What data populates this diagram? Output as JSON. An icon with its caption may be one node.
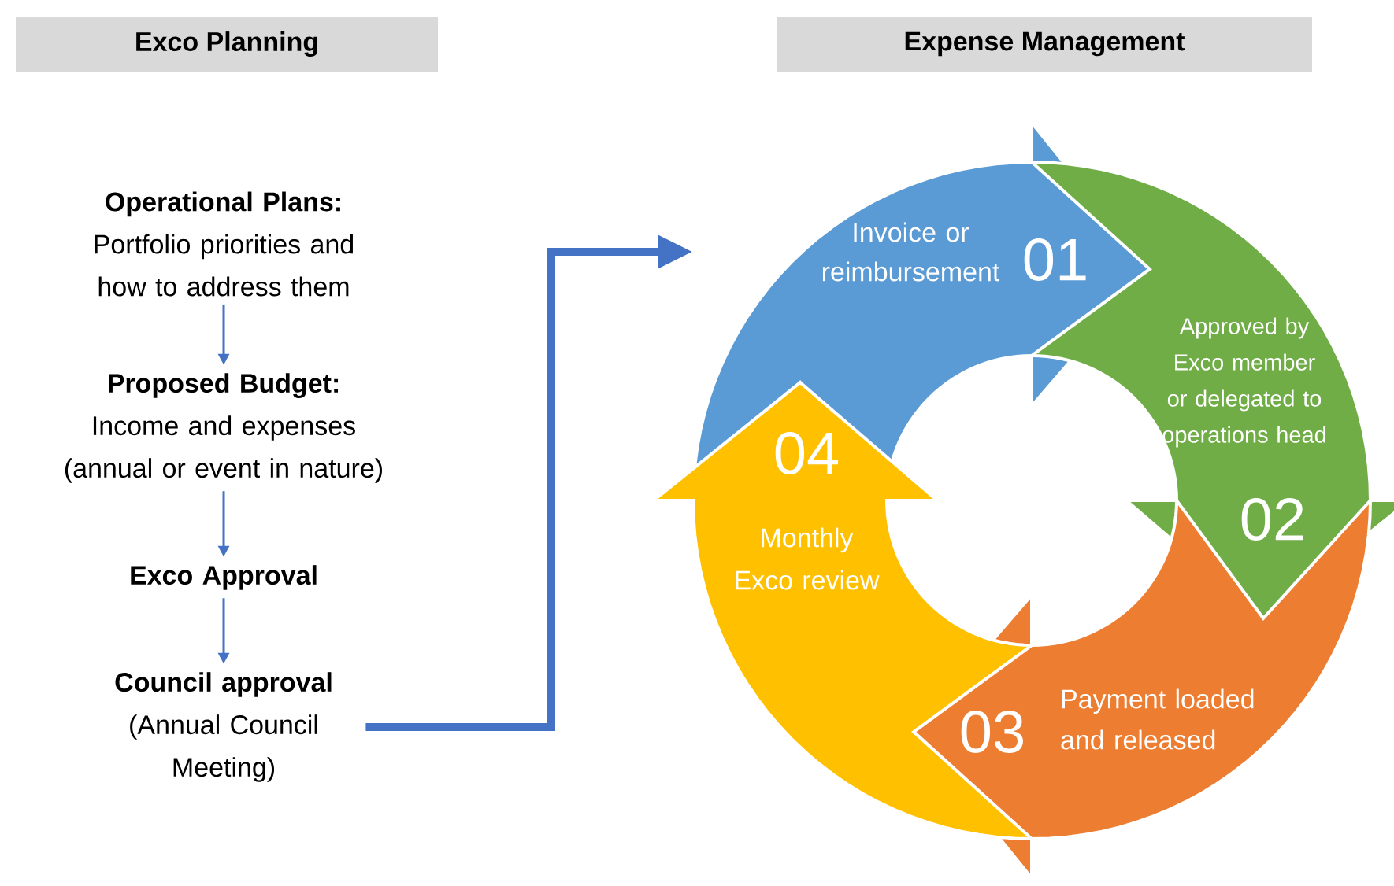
{
  "diagram": {
    "nodes": [
      {
        "text": [
          "Exco Planning"
        ]
      },
      {
        "text": [
          "Expense Management"
        ]
      },
      {
        "text": [
          "Operational Plans:",
          "Portfolio priorities and how to address them"
        ]
      },
      {
        "text": [
          "Proposed Budget:",
          "Income and expenses (annual or event in nature)"
        ]
      },
      {
        "text": [
          "Exco Approval"
        ]
      },
      {
        "text": [
          "Council approval",
          "(Annual Council Meeting)"
        ]
      },
      {
        "text": [
          "Invoice or reimbursement",
          "01"
        ]
      },
      {
        "text": [
          "Approved by Exco member or delegated to operations head",
          "02"
        ]
      },
      {
        "text": [
          "03",
          "Payment loaded and released"
        ]
      },
      {
        "text": [
          "04",
          "Monthly Exco review"
        ]
      }
    ],
    "edges": [
      {
        "from": 2,
        "to": 3,
        "arrow": "to"
      },
      {
        "from": 3,
        "to": 4,
        "arrow": "to"
      },
      {
        "from": 4,
        "to": 5,
        "arrow": "to"
      },
      {
        "from": 5,
        "to": 6,
        "arrow": "to",
        "style": "thick"
      }
    ]
  }
}
